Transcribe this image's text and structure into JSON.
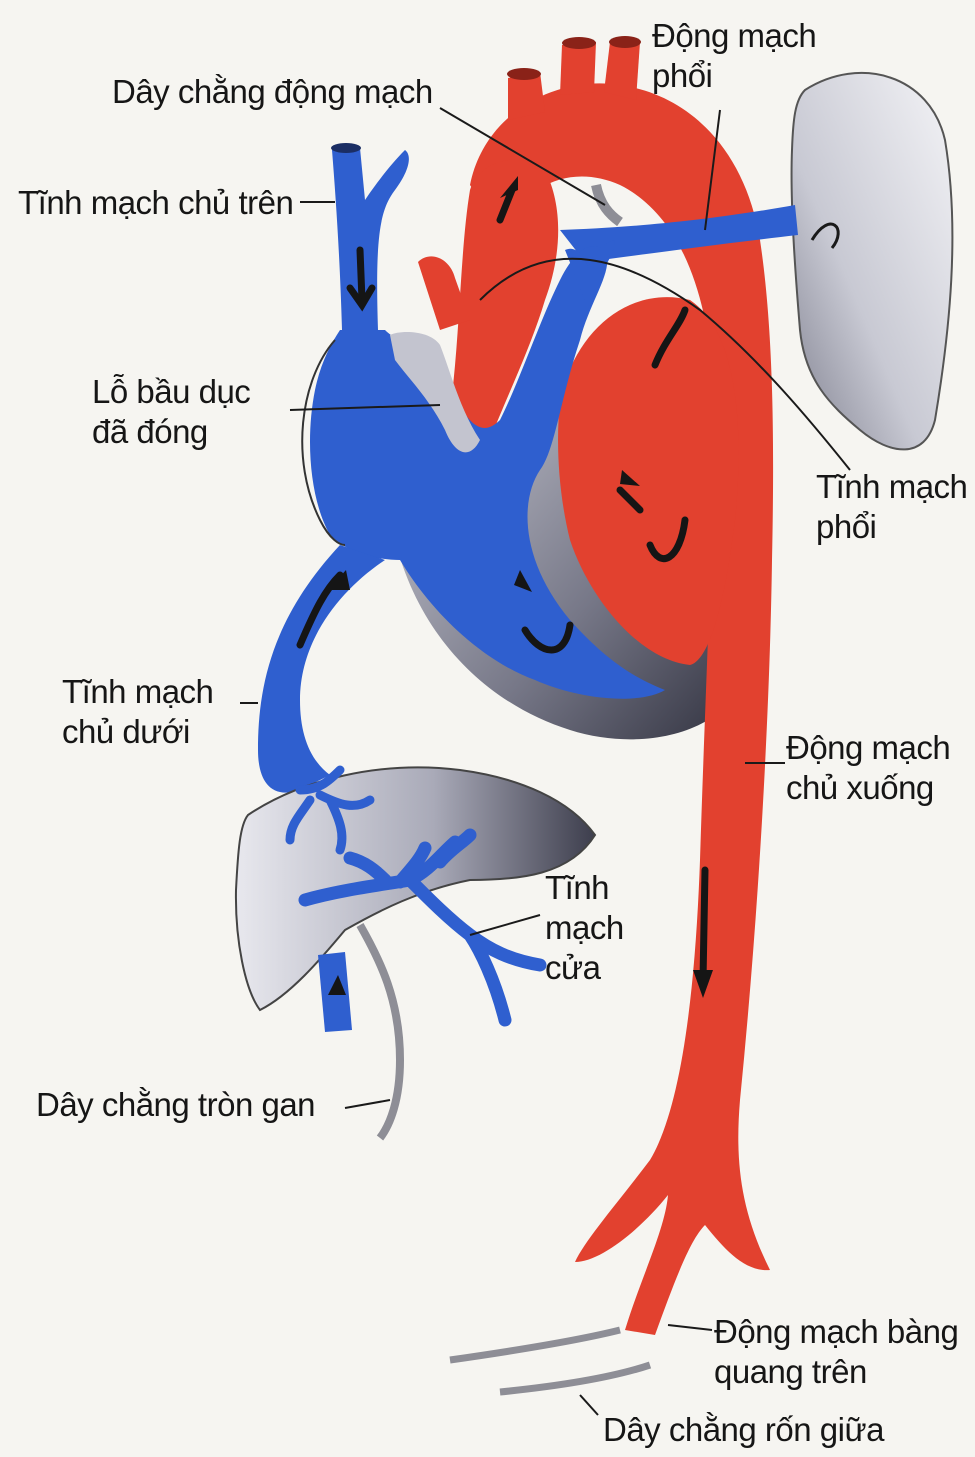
{
  "colors": {
    "artery_red": "#e2412f",
    "vein_blue": "#2f5fcf",
    "organ_gray": "#a3a5b3",
    "ligament_gray": "#8e8e96",
    "arrow": "#151515",
    "background": "#f6f5f1"
  },
  "labels": {
    "ductus_ligament": "Dây chằng động mạch",
    "pulmonary_artery_1": "Động mạch",
    "pulmonary_artery_2": "phổi",
    "svc": "Tĩnh mạch chủ trên",
    "foramen_1": "Lỗ bầu dục",
    "foramen_2": "đã đóng",
    "pulmonary_vein_1": "Tĩnh mạch",
    "pulmonary_vein_2": "phổi",
    "ivc_1": "Tĩnh mạch",
    "ivc_2": "chủ dưới",
    "descending_aorta_1": "Động mạch",
    "descending_aorta_2": "chủ xuống",
    "portal_1": "Tĩnh",
    "portal_2": "mạch",
    "portal_3": "cửa",
    "round_ligament": "Dây chằng tròn gan",
    "superior_vesical_1": "Động mạch bàng",
    "superior_vesical_2": "quang trên",
    "median_umbilical": "Dây chằng rốn giữa"
  }
}
